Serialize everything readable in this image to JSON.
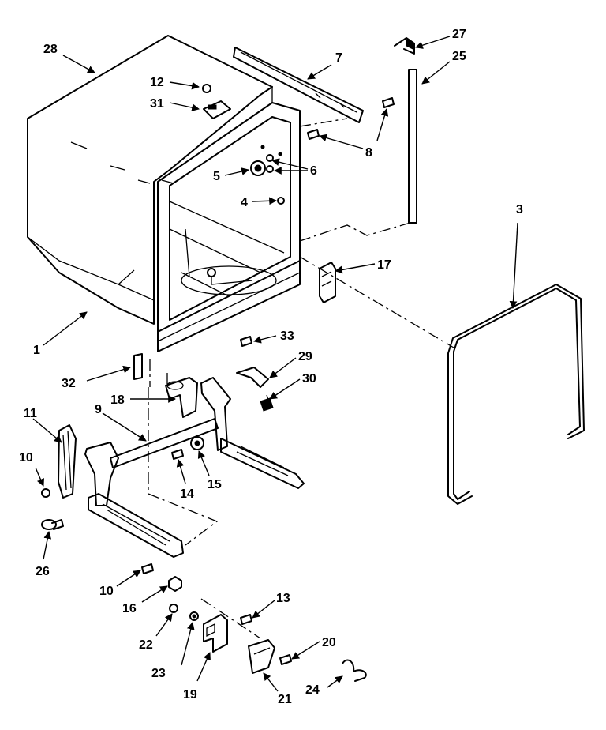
{
  "labels": {
    "l1": "1",
    "l3": "3",
    "l4": "4",
    "l5": "5",
    "l6": "6",
    "l7": "7",
    "l8": "8",
    "l9": "9",
    "l10a": "10",
    "l10b": "10",
    "l11": "11",
    "l12": "12",
    "l13": "13",
    "l14": "14",
    "l15": "15",
    "l16": "16",
    "l17": "17",
    "l18": "18",
    "l19": "19",
    "l20": "20",
    "l21": "21",
    "l22": "22",
    "l23": "23",
    "l24": "24",
    "l25": "25",
    "l26": "26",
    "l27": "27",
    "l28": "28",
    "l29": "29",
    "l30": "30",
    "l31": "31",
    "l32": "32",
    "l33": "33"
  }
}
